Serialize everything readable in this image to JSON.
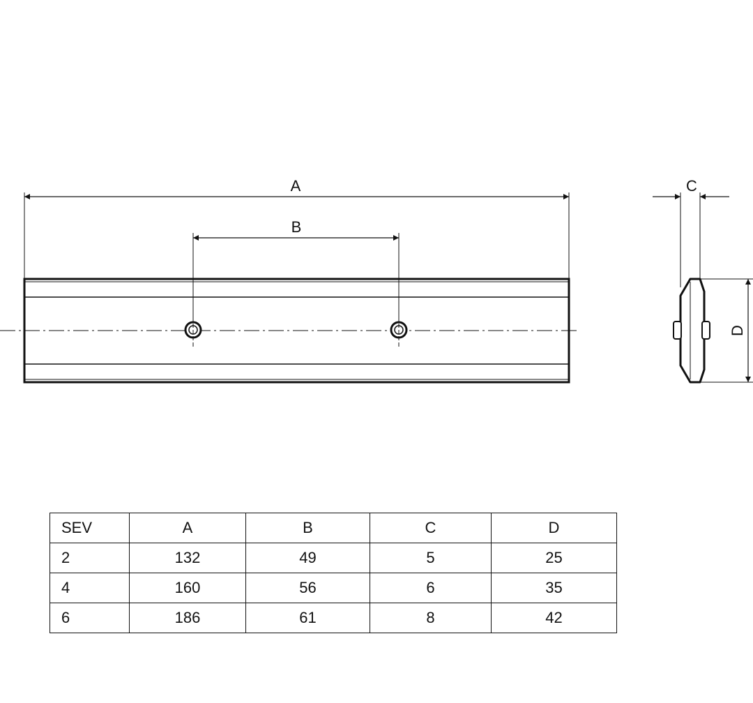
{
  "drawing": {
    "dimension_labels": {
      "a": "A",
      "b": "B",
      "c": "C",
      "d": "D"
    }
  },
  "table": {
    "headers": [
      "SEV",
      "A",
      "B",
      "C",
      "D"
    ],
    "rows": [
      [
        "2",
        "132",
        "49",
        "5",
        "25"
      ],
      [
        "4",
        "160",
        "56",
        "6",
        "35"
      ],
      [
        "6",
        "186",
        "61",
        "8",
        "42"
      ]
    ]
  }
}
